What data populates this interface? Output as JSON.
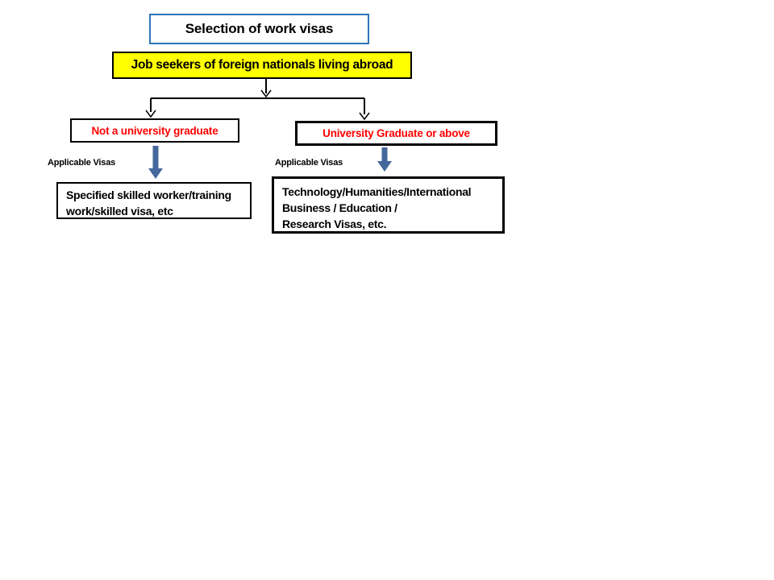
{
  "slide": {
    "title": "Selection of work visas",
    "root": "Job seekers of foreign nationals living abroad",
    "left_branch": {
      "condition": "Not a university graduate",
      "applicable_label": "Applicable Visas",
      "result_lines": [
        "Specified skilled worker/training",
        "work/skilled visa, etc"
      ]
    },
    "right_branch": {
      "condition": "University Graduate or above",
      "applicable_label": "Applicable Visas",
      "result_lines": [
        "Technology/Humanities/International",
        "Business / Education /",
        "Research Visas, etc."
      ]
    },
    "colors": {
      "title_border": "#2E75B6",
      "root_bg": "#FFFF00",
      "condition_text": "#FF0000",
      "arrow_fill": "#44689B",
      "line_color": "#000000"
    }
  }
}
